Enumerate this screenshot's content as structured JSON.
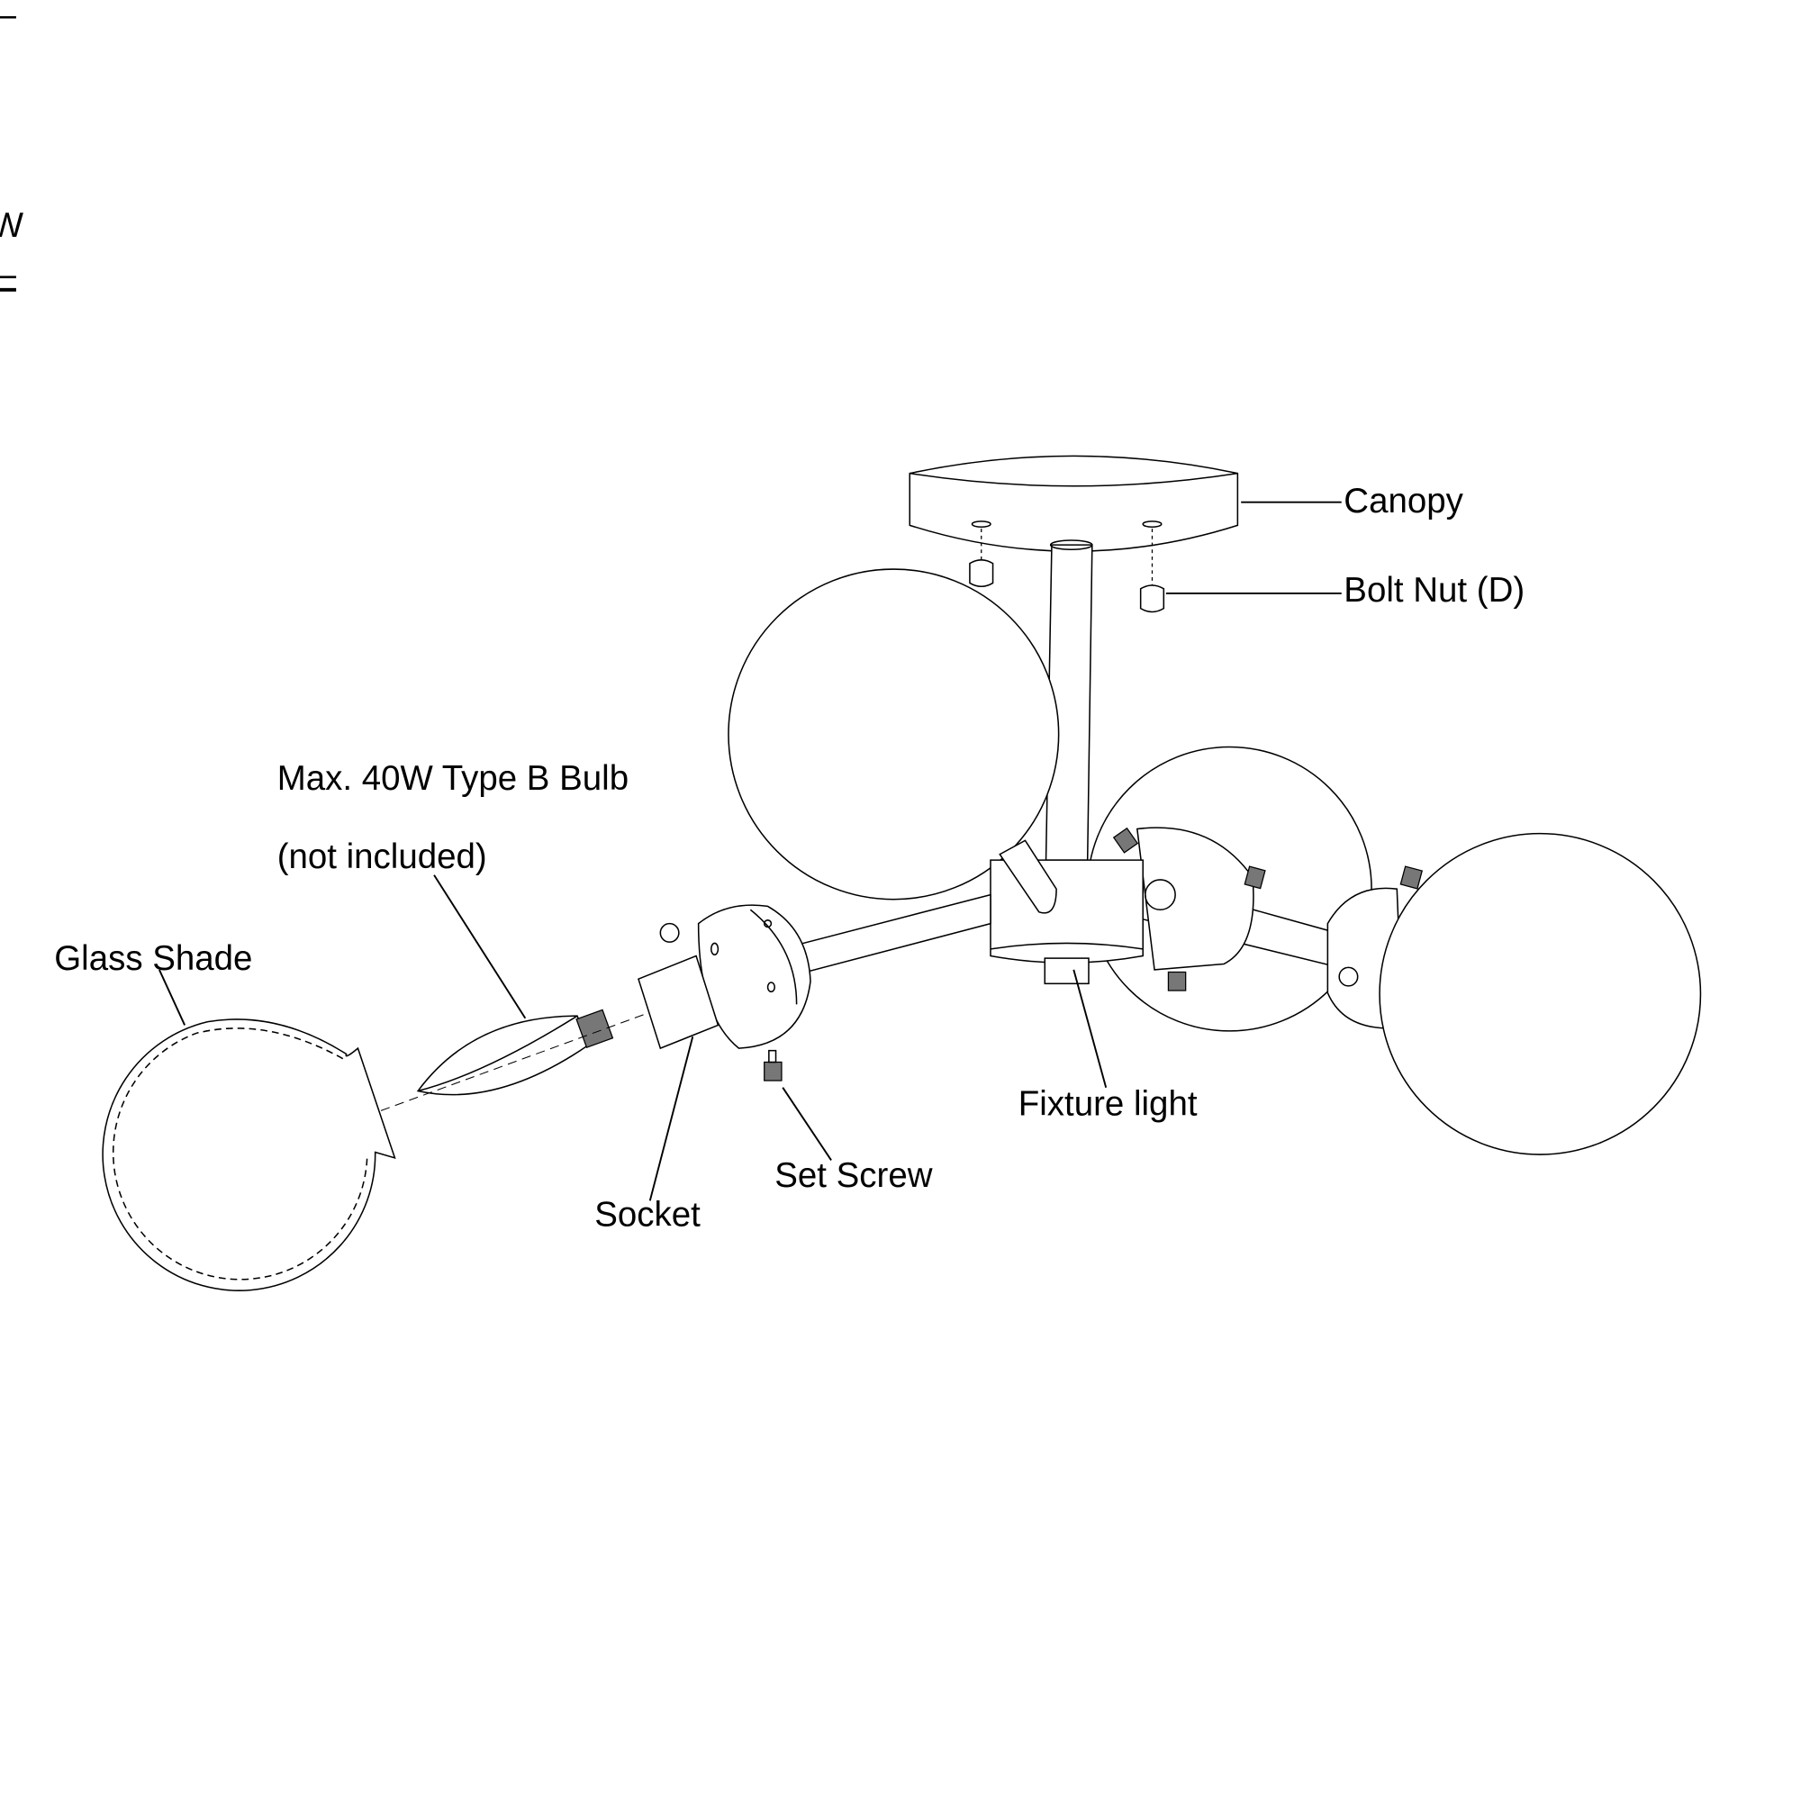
{
  "labels": {
    "canopy": "Canopy",
    "bolt_nut": "Bolt Nut (D)",
    "bulb_line1": "Max. 40W Type B Bulb",
    "bulb_line2": "(not included)",
    "glass_shade": "Glass Shade",
    "socket": "Socket",
    "set_screw": "Set Screw",
    "fixture_light": "Fixture light",
    "edge_fragment": "W"
  }
}
